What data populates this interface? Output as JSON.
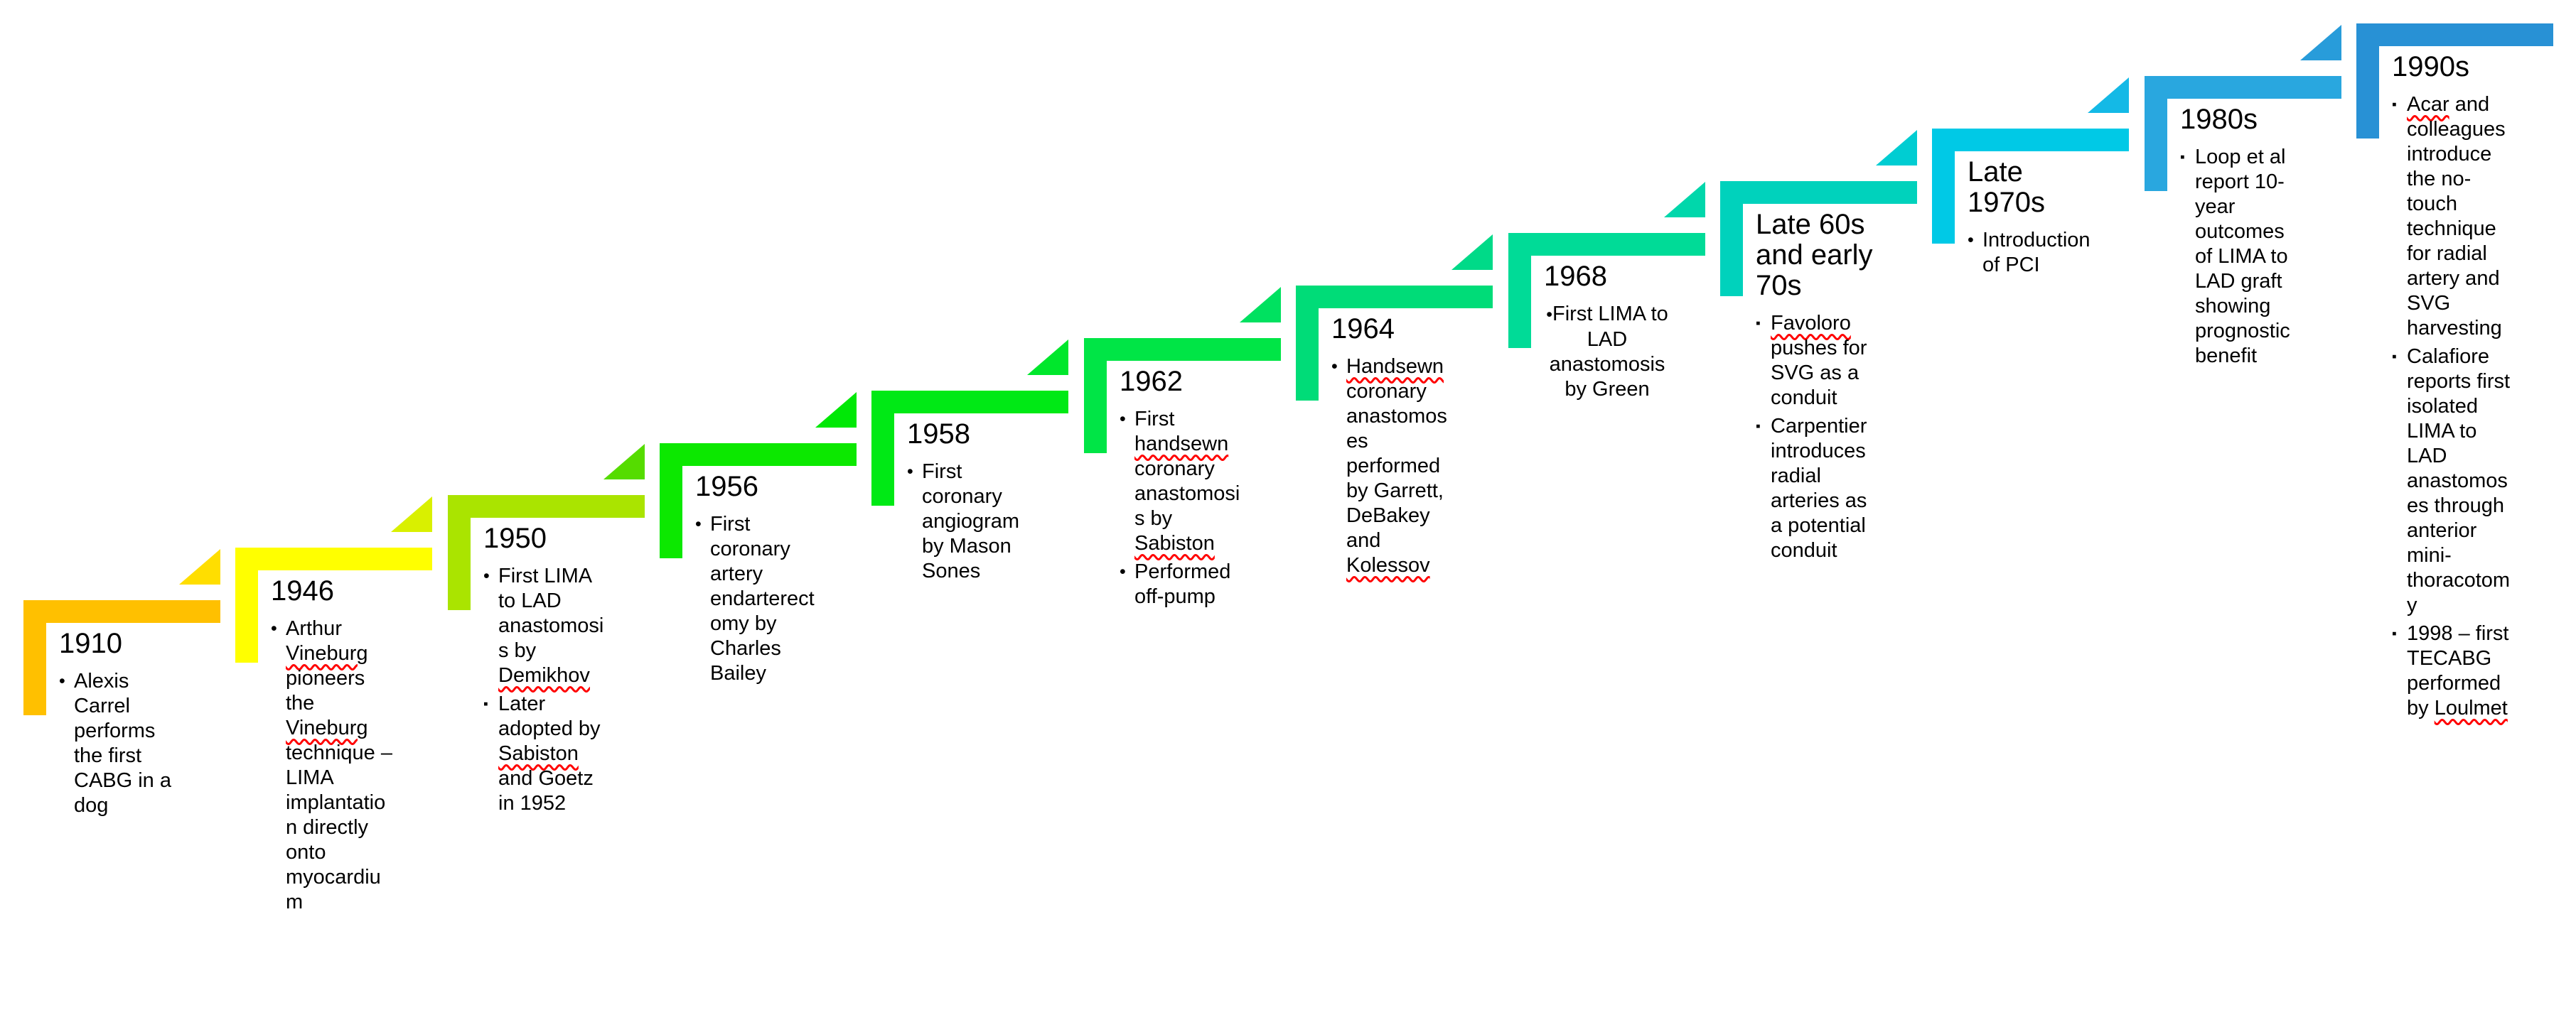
{
  "diagram": {
    "background": "#FFFFFF",
    "text_color": "#000000",
    "spellcheck_color": "#FF0000",
    "steps": [
      {
        "title": "1910",
        "color": "#FFC000",
        "triangle_color": "#FFDE00",
        "bullets": [
          {
            "marker": "disc",
            "align": "left",
            "segments": [
              {
                "t": "Alexis Carrel performs the first CABG in a dog",
                "wavy": false
              }
            ]
          }
        ]
      },
      {
        "title": "1946",
        "color": "#FFFF00",
        "triangle_color": "#D9F000",
        "bullets": [
          {
            "marker": "disc",
            "align": "left",
            "segments": [
              {
                "t": "Arthur ",
                "wavy": false
              },
              {
                "t": "Vineburg",
                "wavy": true
              },
              {
                "t": " pioneers the ",
                "wavy": false
              },
              {
                "t": "Vineburg",
                "wavy": true
              },
              {
                "t": " technique – LIMA implantation directly onto myocardium",
                "wavy": false
              }
            ]
          }
        ]
      },
      {
        "title": "1950",
        "color": "#AAE400",
        "triangle_color": "#55DC00",
        "bullets": [
          {
            "marker": "disc",
            "align": "left",
            "segments": [
              {
                "t": "First LIMA to LAD anastomosis by ",
                "wavy": false
              },
              {
                "t": "Demikhov",
                "wavy": true
              }
            ]
          },
          {
            "marker": "square",
            "align": "left",
            "segments": [
              {
                "t": "Later adopted by ",
                "wavy": false
              },
              {
                "t": "Sabiston",
                "wavy": true
              },
              {
                "t": " and Goetz in 1952",
                "wavy": false
              }
            ]
          }
        ]
      },
      {
        "title": "1956",
        "color": "#0CE800",
        "triangle_color": "#00E806",
        "bullets": [
          {
            "marker": "disc",
            "align": "left",
            "segments": [
              {
                "t": "First coronary artery endarterectomy by Charles Bailey",
                "wavy": false
              }
            ]
          }
        ]
      },
      {
        "title": "1958",
        "color": "#00E915",
        "triangle_color": "#00E72C",
        "bullets": [
          {
            "marker": "disc",
            "align": "left",
            "segments": [
              {
                "t": "First coronary angiogram by Mason Sones",
                "wavy": false
              }
            ]
          }
        ]
      },
      {
        "title": "1962",
        "color": "#00E546",
        "triangle_color": "#00E160",
        "bullets": [
          {
            "marker": "disc",
            "align": "left",
            "segments": [
              {
                "t": "First ",
                "wavy": false
              },
              {
                "t": "handsewn",
                "wavy": true
              },
              {
                "t": " coronary anastomosis by ",
                "wavy": false
              },
              {
                "t": "Sabiston",
                "wavy": true
              }
            ]
          },
          {
            "marker": "disc",
            "align": "left",
            "segments": [
              {
                "t": "Performed off-pump",
                "wavy": false
              }
            ]
          }
        ]
      },
      {
        "title": "1964",
        "color": "#00DC78",
        "triangle_color": "#00DA88",
        "bullets": [
          {
            "marker": "disc",
            "align": "left",
            "segments": [
              {
                "t": "Handsewn",
                "wavy": true
              },
              {
                "t": " coronary anastomoses performed by Garrett, DeBakey and ",
                "wavy": false
              },
              {
                "t": "Kolessov",
                "wavy": true
              }
            ]
          }
        ]
      },
      {
        "title": "1968",
        "color": "#00DB97",
        "triangle_color": "#00D7AB",
        "bullets": [
          {
            "marker": "disc",
            "align": "center",
            "segments": [
              {
                "t": "First LIMA to LAD anastomosis by Green",
                "wavy": false
              }
            ]
          }
        ]
      },
      {
        "title": "Late 60s and early 70s",
        "color": "#00D2BC",
        "triangle_color": "#00CDD2",
        "bullets": [
          {
            "marker": "square",
            "align": "left",
            "segments": [
              {
                "t": "Favoloro",
                "wavy": true
              },
              {
                "t": " pushes for SVG as a conduit",
                "wavy": false
              }
            ]
          },
          {
            "marker": "square",
            "align": "left",
            "segments": [
              {
                "t": "Carpentier introduces radial arteries as a potential conduit",
                "wavy": false
              }
            ]
          }
        ]
      },
      {
        "title": "Late 1970s",
        "color": "#00C9E6",
        "triangle_color": "#14B9E6",
        "bullets": [
          {
            "marker": "disc",
            "align": "left",
            "segments": [
              {
                "t": "Introduction of PCI",
                "wavy": false
              }
            ]
          }
        ]
      },
      {
        "title": "1980s",
        "color": "#29A7DF",
        "triangle_color": "#289CDA",
        "bullets": [
          {
            "marker": "square",
            "align": "left",
            "segments": [
              {
                "t": "Loop et al report 10-year outcomes of LIMA to LAD graft showing prognostic benefit",
                "wavy": false
              }
            ]
          }
        ]
      },
      {
        "title": "1990s",
        "color": "#2891D5",
        "triangle_color": null,
        "bullets": [
          {
            "marker": "square",
            "align": "left",
            "segments": [
              {
                "t": "Acar",
                "wavy": true
              },
              {
                "t": " and colleagues introduce the no-touch technique for radial artery and SVG harvesting",
                "wavy": false
              }
            ]
          },
          {
            "marker": "square",
            "align": "left",
            "segments": [
              {
                "t": "Calafiore reports first isolated LIMA to LAD anastomoses through anterior mini-thoracotomy",
                "wavy": false
              }
            ]
          },
          {
            "marker": "square",
            "align": "left",
            "segments": [
              {
                "t": "1998 – first TECABG performed by ",
                "wavy": false
              },
              {
                "t": "Loulmet",
                "wavy": true
              }
            ]
          }
        ]
      }
    ]
  }
}
